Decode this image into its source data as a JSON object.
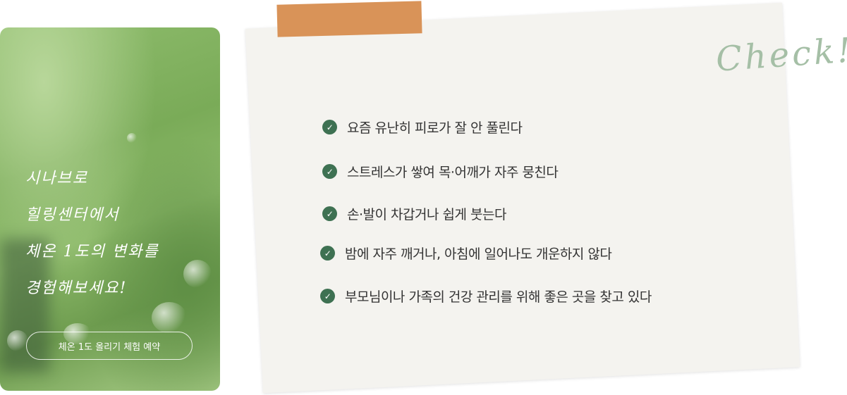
{
  "promo": {
    "headline_lines": [
      "시나브로",
      "힐링센터에서",
      "체온 1도의 변화를",
      "경험해보세요!"
    ],
    "button_label": "체온 1도 올리기 체험 예약"
  },
  "checklist": {
    "title": "Check!",
    "items": [
      "요즘 유난히 피로가 잘 안 풀린다",
      "스트레스가 쌓여 목·어깨가 자주 뭉친다",
      "손·발이 차갑거나 쉽게 붓는다",
      "밤에 자주 깨거나, 아침에 일어나도 개운하지 않다",
      "부모님이나 가족의 건강 관리를 위해 좋은 곳을 찾고 있다"
    ]
  },
  "colors": {
    "accent": "#3e7152",
    "tape": "#d78d4f",
    "paper": "#f4f3ef"
  }
}
